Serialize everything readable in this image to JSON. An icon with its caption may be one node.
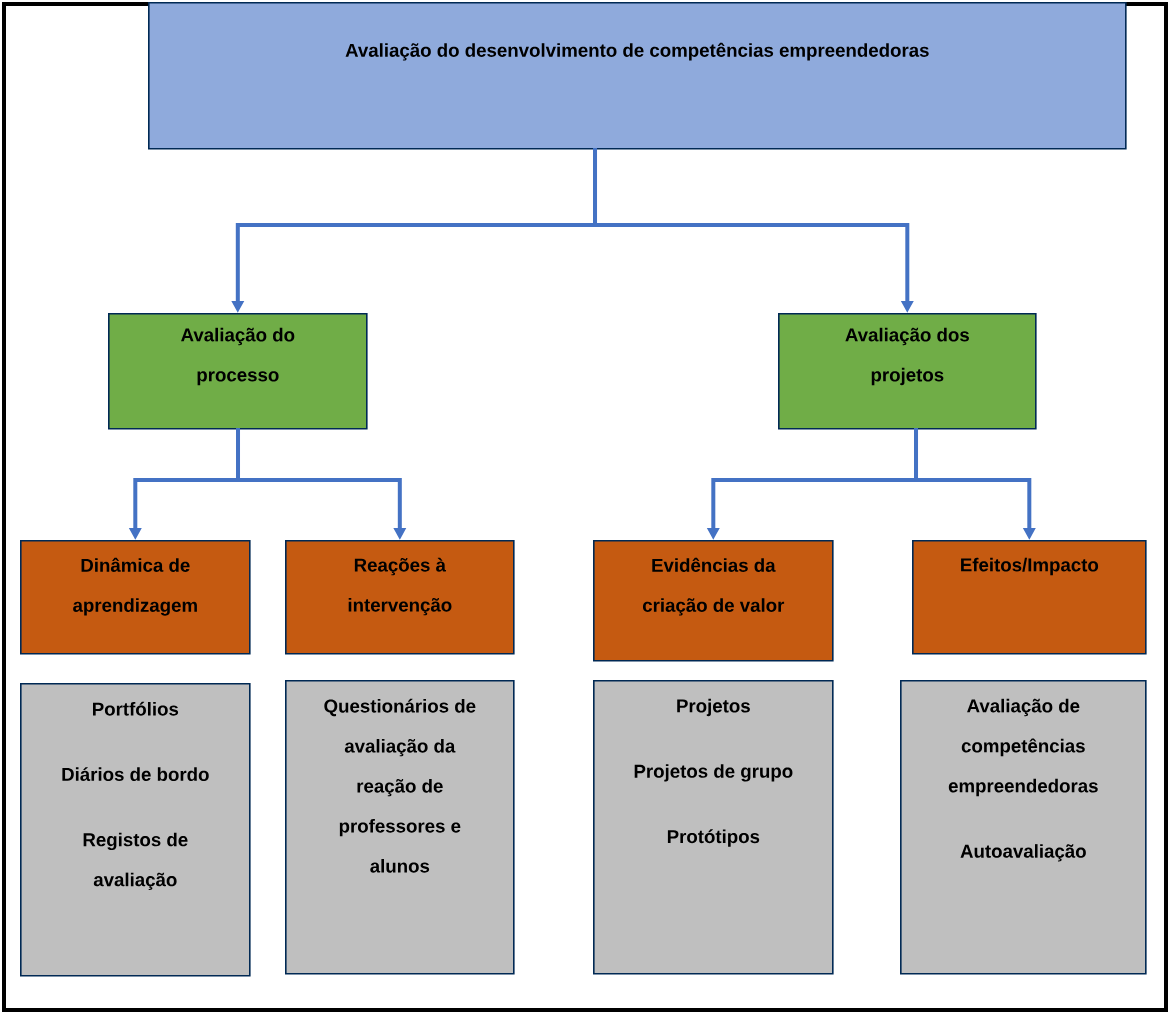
{
  "diagram": {
    "nodes": [
      {
        "text": [
          "Avaliação do desenvolvimento de competências empreendedoras"
        ]
      },
      {
        "text": [
          "Avaliação do processo"
        ]
      },
      {
        "text": [
          "Avaliação dos projetos"
        ]
      },
      {
        "text": [
          "Dinâmica de aprendizagem"
        ]
      },
      {
        "text": [
          "Reações à intervenção"
        ]
      },
      {
        "text": [
          "Evidências da criação de valor"
        ]
      },
      {
        "text": [
          "Efeitos/Impacto"
        ]
      },
      {
        "text": [
          "Portfólios",
          "Diários de bordo",
          "Registos de avaliação"
        ]
      },
      {
        "text": [
          "Questionários de avaliação da reação de professores e alunos"
        ]
      },
      {
        "text": [
          "Projetos",
          "Projetos de grupo",
          "Protótipos"
        ]
      },
      {
        "text": [
          "Avaliação de competências empreendedoras",
          "Autoavaliação"
        ]
      }
    ],
    "edges": [
      {
        "from": 0,
        "to": 1,
        "arrow": "to"
      },
      {
        "from": 0,
        "to": 2,
        "arrow": "to"
      },
      {
        "from": 1,
        "to": 3,
        "arrow": "to"
      },
      {
        "from": 1,
        "to": 4,
        "arrow": "to"
      },
      {
        "from": 2,
        "to": 5,
        "arrow": "to"
      },
      {
        "from": 2,
        "to": 6,
        "arrow": "to"
      }
    ]
  }
}
